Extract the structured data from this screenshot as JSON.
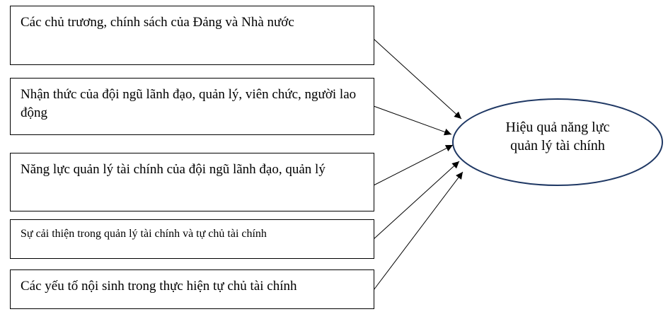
{
  "factors": [
    {
      "label": "Các chủ trương, chính sách của Đảng và Nhà nước"
    },
    {
      "label": "Nhận thức của đội ngũ lãnh đạo, quản lý, viên chức, người lao động"
    },
    {
      "label": "Năng lực quản lý tài chính của đội ngũ lãnh đạo, quản lý"
    },
    {
      "label": "Sự cải thiện trong quản lý tài chính và tự chủ tài chính"
    },
    {
      "label": "Các yếu tố nội sinh trong thực hiện tự chủ tài chính"
    }
  ],
  "target": {
    "line1": "Hiệu quả năng lực",
    "line2": "quản lý tài chính"
  },
  "colors": {
    "ellipse_stroke": "#1f3864",
    "line": "#000000"
  }
}
